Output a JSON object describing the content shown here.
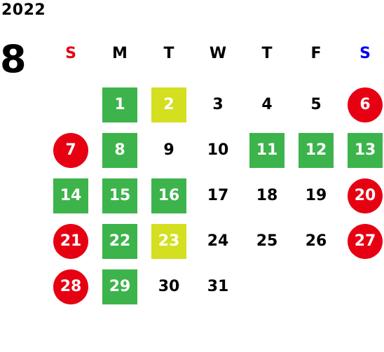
{
  "calendar": {
    "year": "2022",
    "month": "8",
    "weekdays": [
      {
        "label": "S",
        "color": "#e60012"
      },
      {
        "label": "M",
        "color": "#000000"
      },
      {
        "label": "T",
        "color": "#000000"
      },
      {
        "label": "W",
        "color": "#000000"
      },
      {
        "label": "T",
        "color": "#000000"
      },
      {
        "label": "F",
        "color": "#000000"
      },
      {
        "label": "S",
        "color": "#0000ff"
      }
    ],
    "colors": {
      "holiday": "#e60012",
      "green": "#3cb44b",
      "lime": "#d4df1f"
    },
    "weeks": [
      [
        null,
        {
          "day": "1",
          "style": "green"
        },
        {
          "day": "2",
          "style": "lime"
        },
        {
          "day": "3",
          "style": "plain"
        },
        {
          "day": "4",
          "style": "plain"
        },
        {
          "day": "5",
          "style": "plain"
        },
        {
          "day": "6",
          "style": "holiday"
        }
      ],
      [
        {
          "day": "7",
          "style": "holiday"
        },
        {
          "day": "8",
          "style": "green"
        },
        {
          "day": "9",
          "style": "plain"
        },
        {
          "day": "10",
          "style": "plain"
        },
        {
          "day": "11",
          "style": "green"
        },
        {
          "day": "12",
          "style": "green"
        },
        {
          "day": "13",
          "style": "green"
        }
      ],
      [
        {
          "day": "14",
          "style": "green"
        },
        {
          "day": "15",
          "style": "green"
        },
        {
          "day": "16",
          "style": "green"
        },
        {
          "day": "17",
          "style": "plain"
        },
        {
          "day": "18",
          "style": "plain"
        },
        {
          "day": "19",
          "style": "plain"
        },
        {
          "day": "20",
          "style": "holiday"
        }
      ],
      [
        {
          "day": "21",
          "style": "holiday"
        },
        {
          "day": "22",
          "style": "green"
        },
        {
          "day": "23",
          "style": "lime"
        },
        {
          "day": "24",
          "style": "plain"
        },
        {
          "day": "25",
          "style": "plain"
        },
        {
          "day": "26",
          "style": "plain"
        },
        {
          "day": "27",
          "style": "holiday"
        }
      ],
      [
        {
          "day": "28",
          "style": "holiday"
        },
        {
          "day": "29",
          "style": "green"
        },
        {
          "day": "30",
          "style": "plain"
        },
        {
          "day": "31",
          "style": "plain"
        },
        null,
        null,
        null
      ]
    ]
  }
}
